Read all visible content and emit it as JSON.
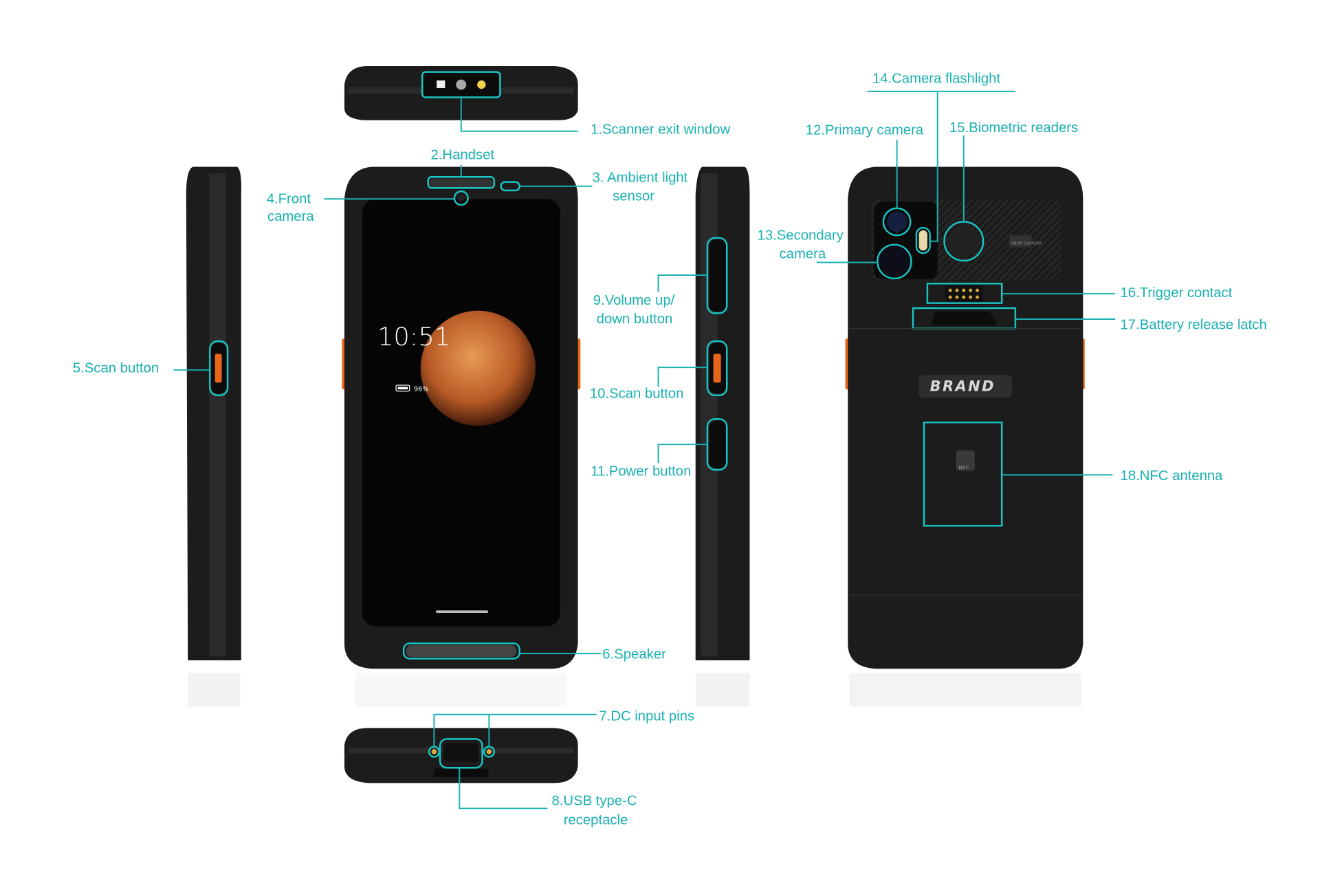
{
  "labels": {
    "scanner_exit_window": "1.Scanner exit window",
    "handset": "2.Handset",
    "ambient_light_1": "3. Ambient light",
    "ambient_light_2": "sensor",
    "front_camera_1": "4.Front",
    "front_camera_2": "camera",
    "scan_button_left": "5.Scan button",
    "speaker": "6.Speaker",
    "dc_input_pins": "7.DC input pins",
    "usb_1": "8.USB type-C",
    "usb_2": "receptacle",
    "volume_1": "9.Volume up/",
    "volume_2": "down button",
    "scan_button_right": "10.Scan button",
    "power_button": "11.Power button",
    "primary_camera": "12.Primary camera",
    "secondary_camera_1": "13.Secondary",
    "secondary_camera_2": "camera",
    "camera_flashlight": "14.Camera flashlight",
    "biometric_readers": "15.Biometric readers",
    "trigger_contact": "16.Trigger contact",
    "battery_latch": "17.Battery release latch",
    "nfc_antenna": "18.NFC antenna"
  },
  "screen": {
    "time": "10:51",
    "battery": "96%"
  },
  "device": {
    "brand_logo": "BRAND",
    "nfc_mark": "NFC",
    "camera_badge": "48MP CAMERA"
  },
  "colors": {
    "accent": "#19b0b3",
    "body": "#1c1c1c",
    "button": "#e8661a"
  }
}
